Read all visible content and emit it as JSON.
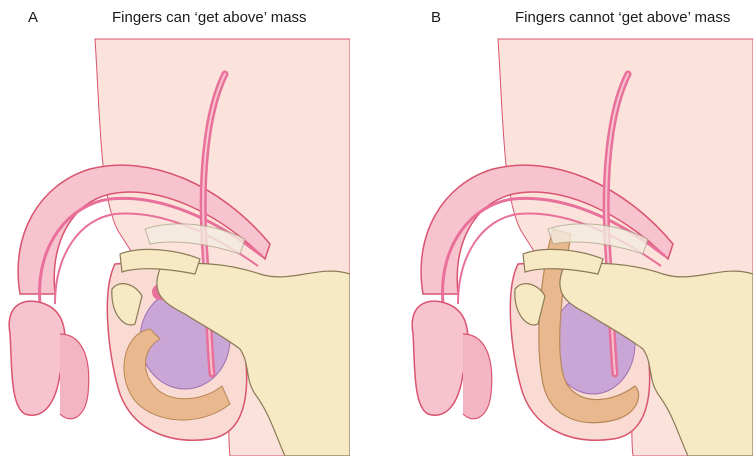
{
  "panels": [
    {
      "letter": "A",
      "title": "Fingers can ‘get above’ mass"
    },
    {
      "letter": "B",
      "title": "Fingers cannot ‘get above’ mass"
    }
  ],
  "colors": {
    "skin_background": "#fbe3dc",
    "skin_outline": "#d9546f",
    "penis_fill": "#f7c3cf",
    "urethra": "#e8709a",
    "scrotum_fill": "#f9dbd3",
    "testis": "#c9a6d6",
    "epididymis": "#e9b88e",
    "hand_fill": "#f6e9c3",
    "hand_outline": "#8a7b56",
    "spermatic_cord": "#e8709a"
  }
}
